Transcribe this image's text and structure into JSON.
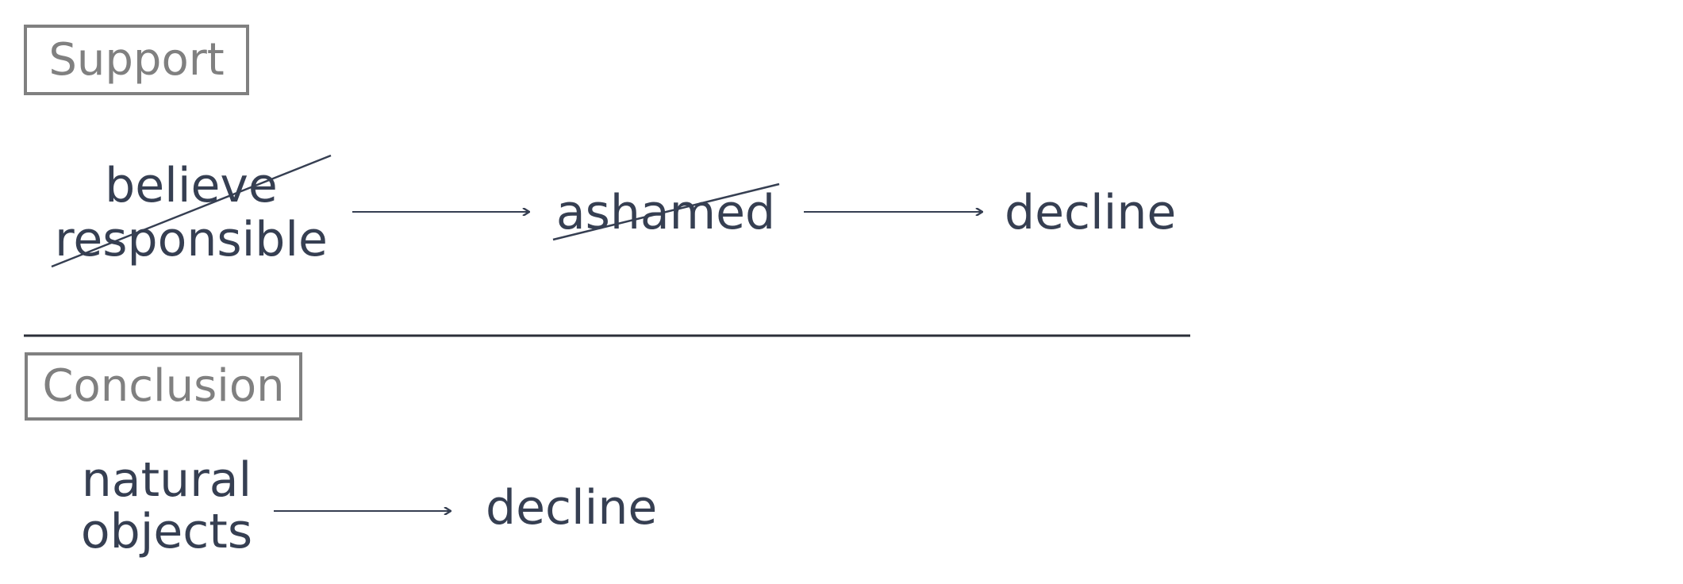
{
  "support": {
    "label": "Support",
    "chain": [
      {
        "lines": [
          "believe",
          "responsible"
        ],
        "crossed_out": true
      },
      {
        "lines": [
          "ashamed"
        ],
        "crossed_out": true
      },
      {
        "lines": [
          "decline"
        ],
        "crossed_out": false
      }
    ]
  },
  "conclusion": {
    "label": "Conclusion",
    "chain": [
      {
        "lines": [
          "natural",
          "objects"
        ]
      },
      {
        "lines": [
          "decline"
        ]
      }
    ]
  },
  "colors": {
    "text": "#363f52",
    "label": "#808080",
    "line": "#2b2f38"
  }
}
